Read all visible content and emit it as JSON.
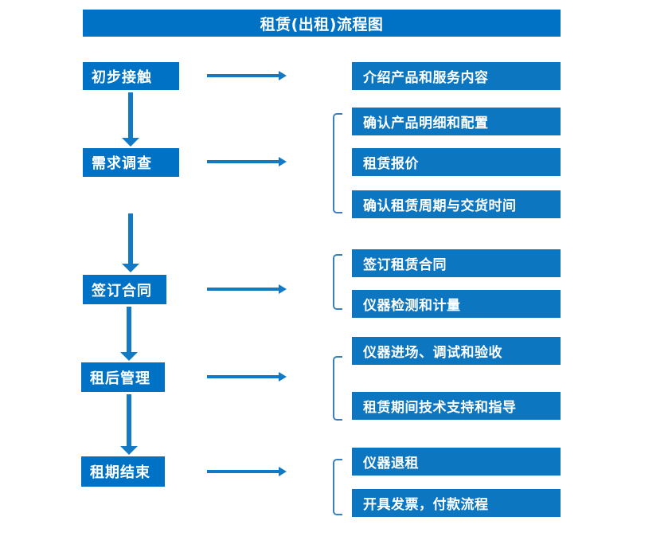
{
  "diagram": {
    "title": "租赁(出租)流程图",
    "colors": {
      "box_blue": "#0072C6",
      "detail_blue": "#0D76C1",
      "arrow_blue": "#1279C4",
      "bracket_blue": "#3C7FC0",
      "text": "#FFFFFF",
      "background": "#FFFFFF"
    },
    "stages": [
      {
        "label": "初步接触",
        "details": [
          "介绍产品和服务内容"
        ]
      },
      {
        "label": "需求调查",
        "details": [
          "确认产品明细和配置",
          "租赁报价",
          "确认租赁周期与交货时间"
        ]
      },
      {
        "label": "签订合同",
        "details": [
          "签订租赁合同",
          "仪器检测和计量"
        ]
      },
      {
        "label": "租后管理",
        "details": [
          "仪器进场、调试和验收",
          "租赁期间技术支持和指导"
        ]
      },
      {
        "label": "租期结束",
        "details": [
          "仪器退租",
          "开具发票，付款流程"
        ]
      }
    ]
  }
}
